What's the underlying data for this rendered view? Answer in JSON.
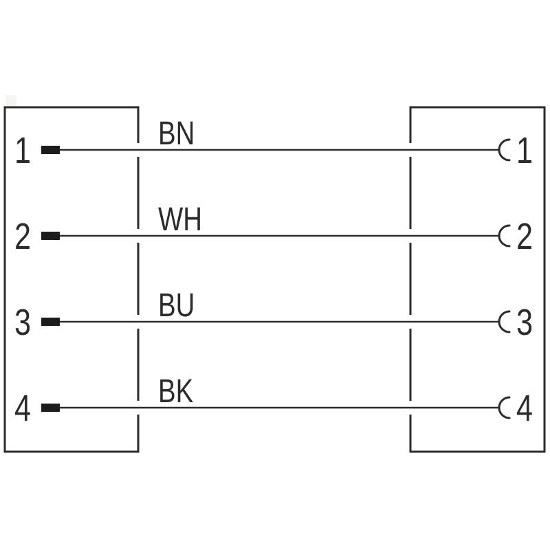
{
  "diagram": {
    "kind": "connector-wiring-pinout",
    "left_connector": {
      "pins": [
        "1",
        "2",
        "3",
        "4"
      ]
    },
    "right_connector": {
      "pins": [
        "1",
        "2",
        "3",
        "4"
      ]
    },
    "wires": [
      {
        "label": "BN",
        "from_pin": "1",
        "to_pin": "1"
      },
      {
        "label": "WH",
        "from_pin": "2",
        "to_pin": "2"
      },
      {
        "label": "BU",
        "from_pin": "3",
        "to_pin": "3"
      },
      {
        "label": "BK",
        "from_pin": "4",
        "to_pin": "4"
      }
    ],
    "colors": {
      "stroke": "#2b2b2b",
      "pin_fill": "#1c1c1c",
      "background": "#ffffff"
    }
  }
}
